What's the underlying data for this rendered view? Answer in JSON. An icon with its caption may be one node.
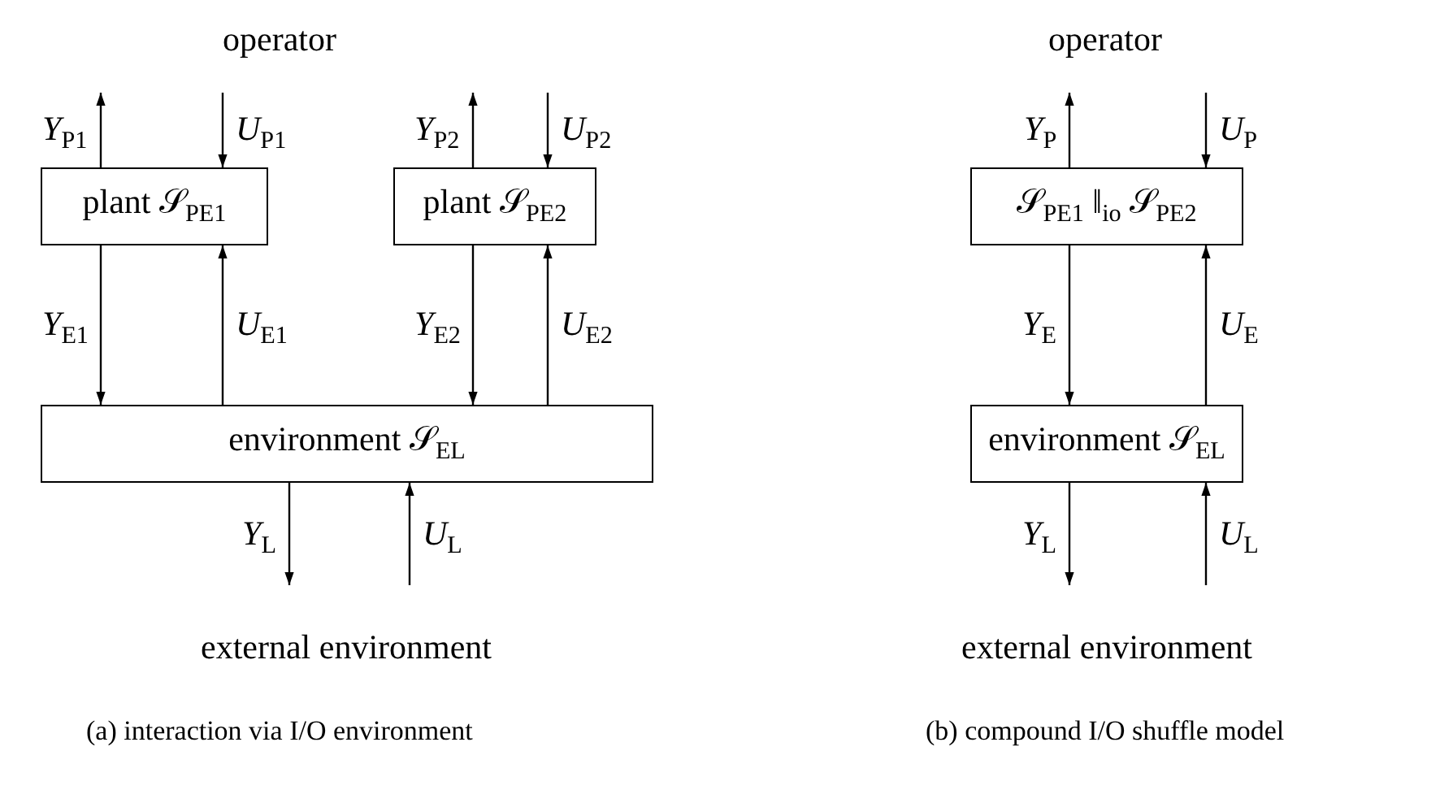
{
  "diagram": {
    "nodes": [
      {
        "text": [
          "plant 𝒮$_{PE1}$"
        ]
      },
      {
        "text": [
          "plant 𝒮$_{PE2}$"
        ]
      },
      {
        "text": [
          "environment 𝒮$_{EL}$"
        ]
      },
      {
        "text": [
          "𝒮$_{PE1}$ ‖$_{io}$ 𝒮$_{PE2}$"
        ]
      },
      {
        "text": [
          "environment 𝒮$_{EL}$"
        ]
      }
    ],
    "edges": [
      {
        "from": 0,
        "to": null,
        "arrow": "to",
        "label": "*Y*$_{P1}$"
      },
      {
        "from": null,
        "to": 0,
        "arrow": "to",
        "label": "*U*$_{P1}$"
      },
      {
        "from": 1,
        "to": null,
        "arrow": "to",
        "label": "*Y*$_{P2}$"
      },
      {
        "from": null,
        "to": 1,
        "arrow": "to",
        "label": "*U*$_{P2}$"
      },
      {
        "from": 0,
        "to": 2,
        "arrow": "to",
        "label": "*Y*$_{E1}$"
      },
      {
        "from": 2,
        "to": 0,
        "arrow": "to",
        "label": "*U*$_{E1}$"
      },
      {
        "from": 1,
        "to": 2,
        "arrow": "to",
        "label": "*Y*$_{E2}$"
      },
      {
        "from": 2,
        "to": 1,
        "arrow": "to",
        "label": "*U*$_{E2}$"
      },
      {
        "from": 2,
        "to": null,
        "arrow": "to",
        "label": "*Y*$_{L}$"
      },
      {
        "from": null,
        "to": 2,
        "arrow": "to",
        "label": "*U*$_{L}$"
      },
      {
        "from": 3,
        "to": null,
        "arrow": "to",
        "label": "*Y*$_{P}$"
      },
      {
        "from": null,
        "to": 3,
        "arrow": "to",
        "label": "*U*$_{P}$"
      },
      {
        "from": 3,
        "to": 4,
        "arrow": "to",
        "label": "*Y*$_{E}$"
      },
      {
        "from": 4,
        "to": 3,
        "arrow": "to",
        "label": "*U*$_{E}$"
      },
      {
        "from": 4,
        "to": null,
        "arrow": "to",
        "label": "*Y*$_{L}$"
      },
      {
        "from": null,
        "to": 4,
        "arrow": "to",
        "label": "*U*$_{L}$"
      }
    ],
    "labels": [
      "operator",
      "operator",
      "external environment",
      "external environment",
      "(a) interaction via I/O environment",
      "(b) compound I/O shuffle model"
    ]
  }
}
